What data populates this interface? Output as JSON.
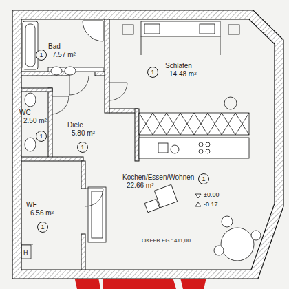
{
  "diagram": {
    "nodes": [
      {
        "text": [
          "Bad",
          "7.57 m²"
        ]
      },
      {
        "text": [
          "1"
        ],
        "in": 0
      },
      {
        "text": [
          "Schlafen",
          "14.48 m²"
        ]
      },
      {
        "text": [
          "1"
        ],
        "in": 2
      },
      {
        "text": [
          "WC",
          "2.50 m²"
        ]
      },
      {
        "text": [
          "1"
        ],
        "in": 4
      },
      {
        "text": [
          "Diele",
          "5.80 m²"
        ]
      },
      {
        "text": [
          "1"
        ],
        "in": 6
      },
      {
        "text": [
          "Kochen/Essen/Wohnen",
          "22.66 m²"
        ]
      },
      {
        "text": [
          "1"
        ],
        "in": 8
      },
      {
        "text": [
          "WF",
          "6.56 m²"
        ]
      },
      {
        "text": [
          "1"
        ],
        "in": 10
      }
    ],
    "labels": [
      "±0.00",
      "-0.17",
      "OKFFB EG : 411,00",
      "H"
    ]
  }
}
